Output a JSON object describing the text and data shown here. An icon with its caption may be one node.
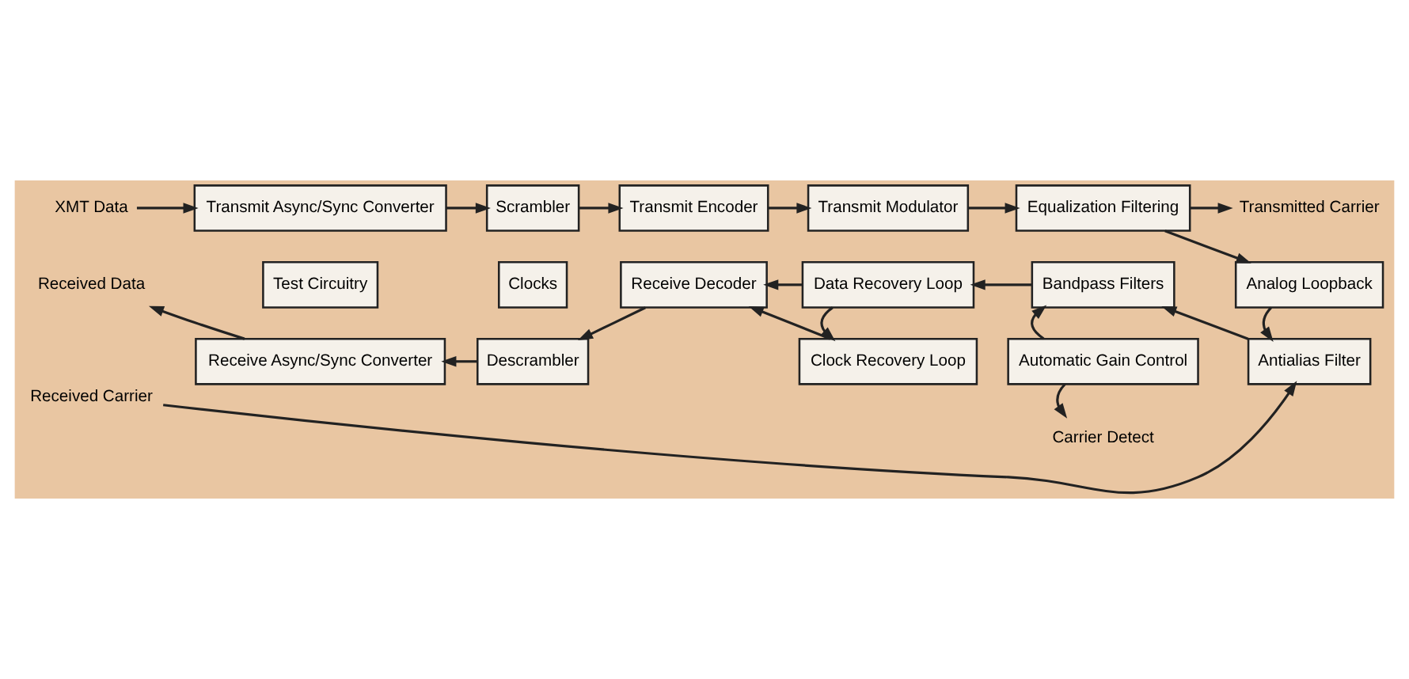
{
  "diagram": {
    "nodes": [
      {
        "text": [
          "XMT Data"
        ]
      },
      {
        "text": [
          "Transmit Async/Sync Converter"
        ]
      },
      {
        "text": [
          "Scrambler"
        ]
      },
      {
        "text": [
          "Transmit Encoder"
        ]
      },
      {
        "text": [
          "Transmit Modulator"
        ]
      },
      {
        "text": [
          "Equalization Filtering"
        ]
      },
      {
        "text": [
          "Transmitted Carrier"
        ]
      },
      {
        "text": [
          "Test Circuitry"
        ]
      },
      {
        "text": [
          "Clocks"
        ]
      },
      {
        "text": [
          "Analog Loopback"
        ]
      },
      {
        "text": [
          "Received Data"
        ]
      },
      {
        "text": [
          "Receive Async/Sync Converter"
        ]
      },
      {
        "text": [
          "Descrambler"
        ]
      },
      {
        "text": [
          "Receive Decoder"
        ]
      },
      {
        "text": [
          "Data Recovery Loop"
        ]
      },
      {
        "text": [
          "Bandpass Filters"
        ]
      },
      {
        "text": [
          "Antialias Filter"
        ]
      },
      {
        "text": [
          "Received Carrier"
        ]
      },
      {
        "text": [
          "Clock Recovery Loop"
        ]
      },
      {
        "text": [
          "Automatic Gain Control"
        ]
      },
      {
        "text": [
          "Carrier Detect"
        ]
      }
    ],
    "edges": [
      {
        "from": 0,
        "to": 1,
        "arrow": "to"
      },
      {
        "from": 1,
        "to": 2,
        "arrow": "to"
      },
      {
        "from": 2,
        "to": 3,
        "arrow": "to"
      },
      {
        "from": 3,
        "to": 4,
        "arrow": "to"
      },
      {
        "from": 4,
        "to": 5,
        "arrow": "to"
      },
      {
        "from": 5,
        "to": 6,
        "arrow": "to"
      },
      {
        "from": 5,
        "to": 9,
        "arrow": "to"
      },
      {
        "from": 9,
        "to": 16,
        "arrow": "to"
      },
      {
        "from": 17,
        "to": 16,
        "arrow": "to"
      },
      {
        "from": 16,
        "to": 15,
        "arrow": "to"
      },
      {
        "from": 15,
        "to": 14,
        "arrow": "to"
      },
      {
        "from": 14,
        "to": 13,
        "arrow": "to"
      },
      {
        "from": 14,
        "to": 18,
        "arrow": "to"
      },
      {
        "from": 18,
        "to": 13,
        "arrow": "to"
      },
      {
        "from": 19,
        "to": 15,
        "arrow": "to"
      },
      {
        "from": 19,
        "to": 20,
        "arrow": "to"
      },
      {
        "from": 13,
        "to": 12,
        "arrow": "to"
      },
      {
        "from": 12,
        "to": 11,
        "arrow": "to"
      },
      {
        "from": 11,
        "to": 10,
        "arrow": "to"
      }
    ]
  }
}
